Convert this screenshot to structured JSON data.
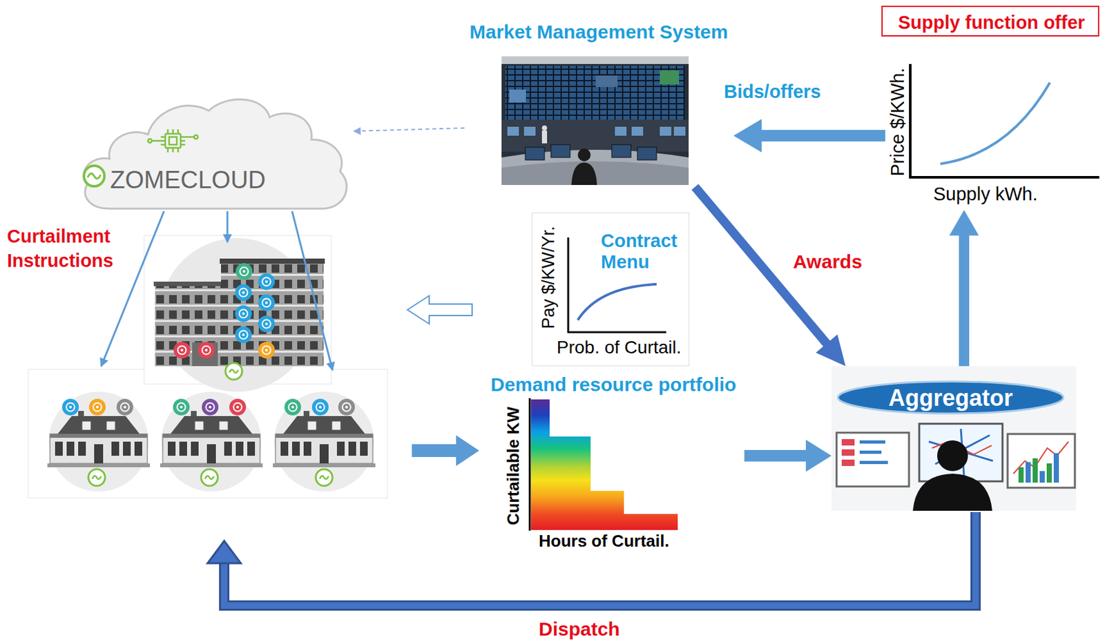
{
  "diagram": {
    "nodes": [
      {
        "text": [
          "Supply function offer"
        ]
      },
      {
        "text": [
          "Market Management System"
        ]
      },
      {
        "text": [
          "ZOMECLOUD"
        ]
      },
      {
        "text": [
          "Price $/KWh.",
          "Supply kWh."
        ]
      },
      {
        "text": [
          "Contract Menu",
          "Pay $/KW/Yr.",
          "Prob. of Curtail."
        ]
      },
      {
        "text": [
          "Demand resource portfolio",
          "Curtailable KW",
          "Hours of Curtail."
        ]
      },
      {
        "text": [
          "Aggregator"
        ]
      }
    ],
    "edges": [
      {
        "from": 6,
        "to": 3,
        "arrow": "to"
      },
      {
        "from": 3,
        "to": 1,
        "label": "Bids/offers",
        "arrow": "to"
      },
      {
        "from": 1,
        "to": 6,
        "label": "Awards",
        "arrow": "to"
      },
      {
        "from": 5,
        "to": 6,
        "arrow": "to"
      },
      {
        "from": 1,
        "to": 2,
        "arrow": "to"
      }
    ],
    "labels": [
      "Curtailment Instructions",
      "Dispatch"
    ]
  }
}
